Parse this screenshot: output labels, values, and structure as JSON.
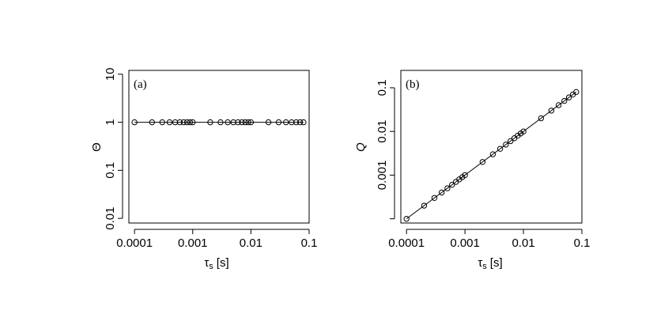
{
  "chart_data": [
    {
      "type": "scatter",
      "panel_label": "(a)",
      "xlabel": "τ",
      "xlabel_sub": "s",
      "xlabel_unit": "[s]",
      "ylabel": "Θ",
      "x_scale": "log",
      "y_scale": "log",
      "xlim": [
        8e-05,
        0.1
      ],
      "ylim": [
        0.008,
        12
      ],
      "x_ticks": [
        0.0001,
        0.001,
        0.01,
        0.1
      ],
      "x_tick_labels": [
        "0.0001",
        "0.001",
        "0.01",
        "0.1"
      ],
      "y_ticks": [
        0.01,
        0.1,
        1,
        10
      ],
      "y_tick_labels": [
        "0.01",
        "0.1",
        "1",
        "10"
      ],
      "grid": false,
      "legend": "none",
      "series": [
        {
          "x": [
            0.0001,
            0.0002,
            0.0003,
            0.0004,
            0.0005,
            0.0006,
            0.0007,
            0.0008,
            0.0009,
            0.001,
            0.002,
            0.003,
            0.004,
            0.005,
            0.006,
            0.007,
            0.008,
            0.009,
            0.01,
            0.02,
            0.03,
            0.04,
            0.05,
            0.06,
            0.07,
            0.08
          ],
          "y": [
            1,
            1,
            1,
            1,
            1,
            1,
            1,
            1,
            1,
            1,
            1,
            1,
            1,
            1,
            1,
            1,
            1,
            1,
            1,
            1,
            1,
            1,
            1,
            1,
            1,
            1
          ]
        }
      ],
      "line": {
        "x": [
          0.0001,
          0.08
        ],
        "y": [
          1,
          1
        ]
      }
    },
    {
      "type": "scatter",
      "panel_label": "(b)",
      "xlabel": "τ",
      "xlabel_sub": "s",
      "xlabel_unit": "[s]",
      "ylabel": "Q",
      "x_scale": "log",
      "y_scale": "log",
      "xlim": [
        8e-05,
        0.1
      ],
      "ylim": [
        8e-05,
        0.25
      ],
      "x_ticks": [
        0.0001,
        0.001,
        0.01,
        0.1
      ],
      "x_tick_labels": [
        "0.0001",
        "0.001",
        "0.01",
        "0.1"
      ],
      "y_ticks": [
        0.0001,
        0.001,
        0.01,
        0.1
      ],
      "y_tick_labels": [
        "",
        "0.001",
        "0.01",
        "0.1"
      ],
      "grid": false,
      "legend": "none",
      "series": [
        {
          "x": [
            0.0001,
            0.0002,
            0.0003,
            0.0004,
            0.0005,
            0.0006,
            0.0007,
            0.0008,
            0.0009,
            0.001,
            0.002,
            0.003,
            0.004,
            0.005,
            0.006,
            0.007,
            0.008,
            0.009,
            0.01,
            0.02,
            0.03,
            0.04,
            0.05,
            0.06,
            0.07,
            0.08
          ],
          "y": [
            0.0001,
            0.0002,
            0.0003,
            0.0004,
            0.0005,
            0.0006,
            0.0007,
            0.0008,
            0.0009,
            0.001,
            0.002,
            0.003,
            0.004,
            0.005,
            0.006,
            0.007,
            0.008,
            0.009,
            0.01,
            0.02,
            0.03,
            0.04,
            0.05,
            0.06,
            0.07,
            0.08
          ]
        }
      ],
      "line": {
        "x": [
          0.0001,
          0.08
        ],
        "y": [
          0.0001,
          0.08
        ]
      }
    }
  ]
}
